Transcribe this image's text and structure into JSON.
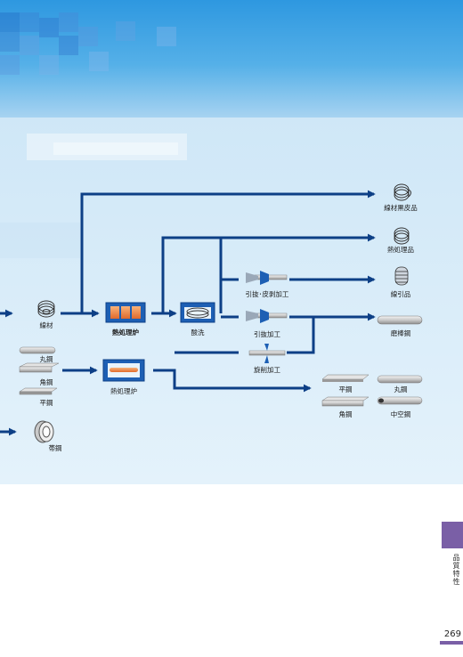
{
  "colors": {
    "header_top": "#3aa0e0",
    "header_bottom": "#a9d4f1",
    "band": "#dceef9",
    "flow_line": "#0d3f86",
    "furnace": "#1d5fb4",
    "accent_purple": "#7a5fa6"
  },
  "nodes": {
    "wire_rod": "線材",
    "heat_furnace_1": "熱処理炉",
    "pickling": "酸洗",
    "draw_peel": "引抜･皮剥加工",
    "draw": "引抜加工",
    "turning": "旋削加工",
    "round_bar_in": "丸鋼",
    "square_bar_in": "角鋼",
    "flat_bar_in": "平鋼",
    "heat_furnace_2": "熱処理炉",
    "strip_steel": "帯鋼"
  },
  "products": {
    "black_wire": "線材黒皮品",
    "heat_treated": "熱処理品",
    "drawn_wire": "線引品",
    "ground_bar": "磨棒鋼",
    "flat_steel": "平鋼",
    "round_steel": "丸鋼",
    "square_steel": "角鋼",
    "hollow_steel": "中空鋼"
  },
  "side_label": "品質特性",
  "page_number": "269",
  "icons": {
    "coil": "wire-coil-icon",
    "furnace": "heat-treatment-furnace-icon",
    "tank": "pickling-tank-icon",
    "die": "drawing-die-icon",
    "tool": "turning-tool-icon",
    "bar": "steel-bar-icon",
    "strip": "strip-coil-icon"
  }
}
